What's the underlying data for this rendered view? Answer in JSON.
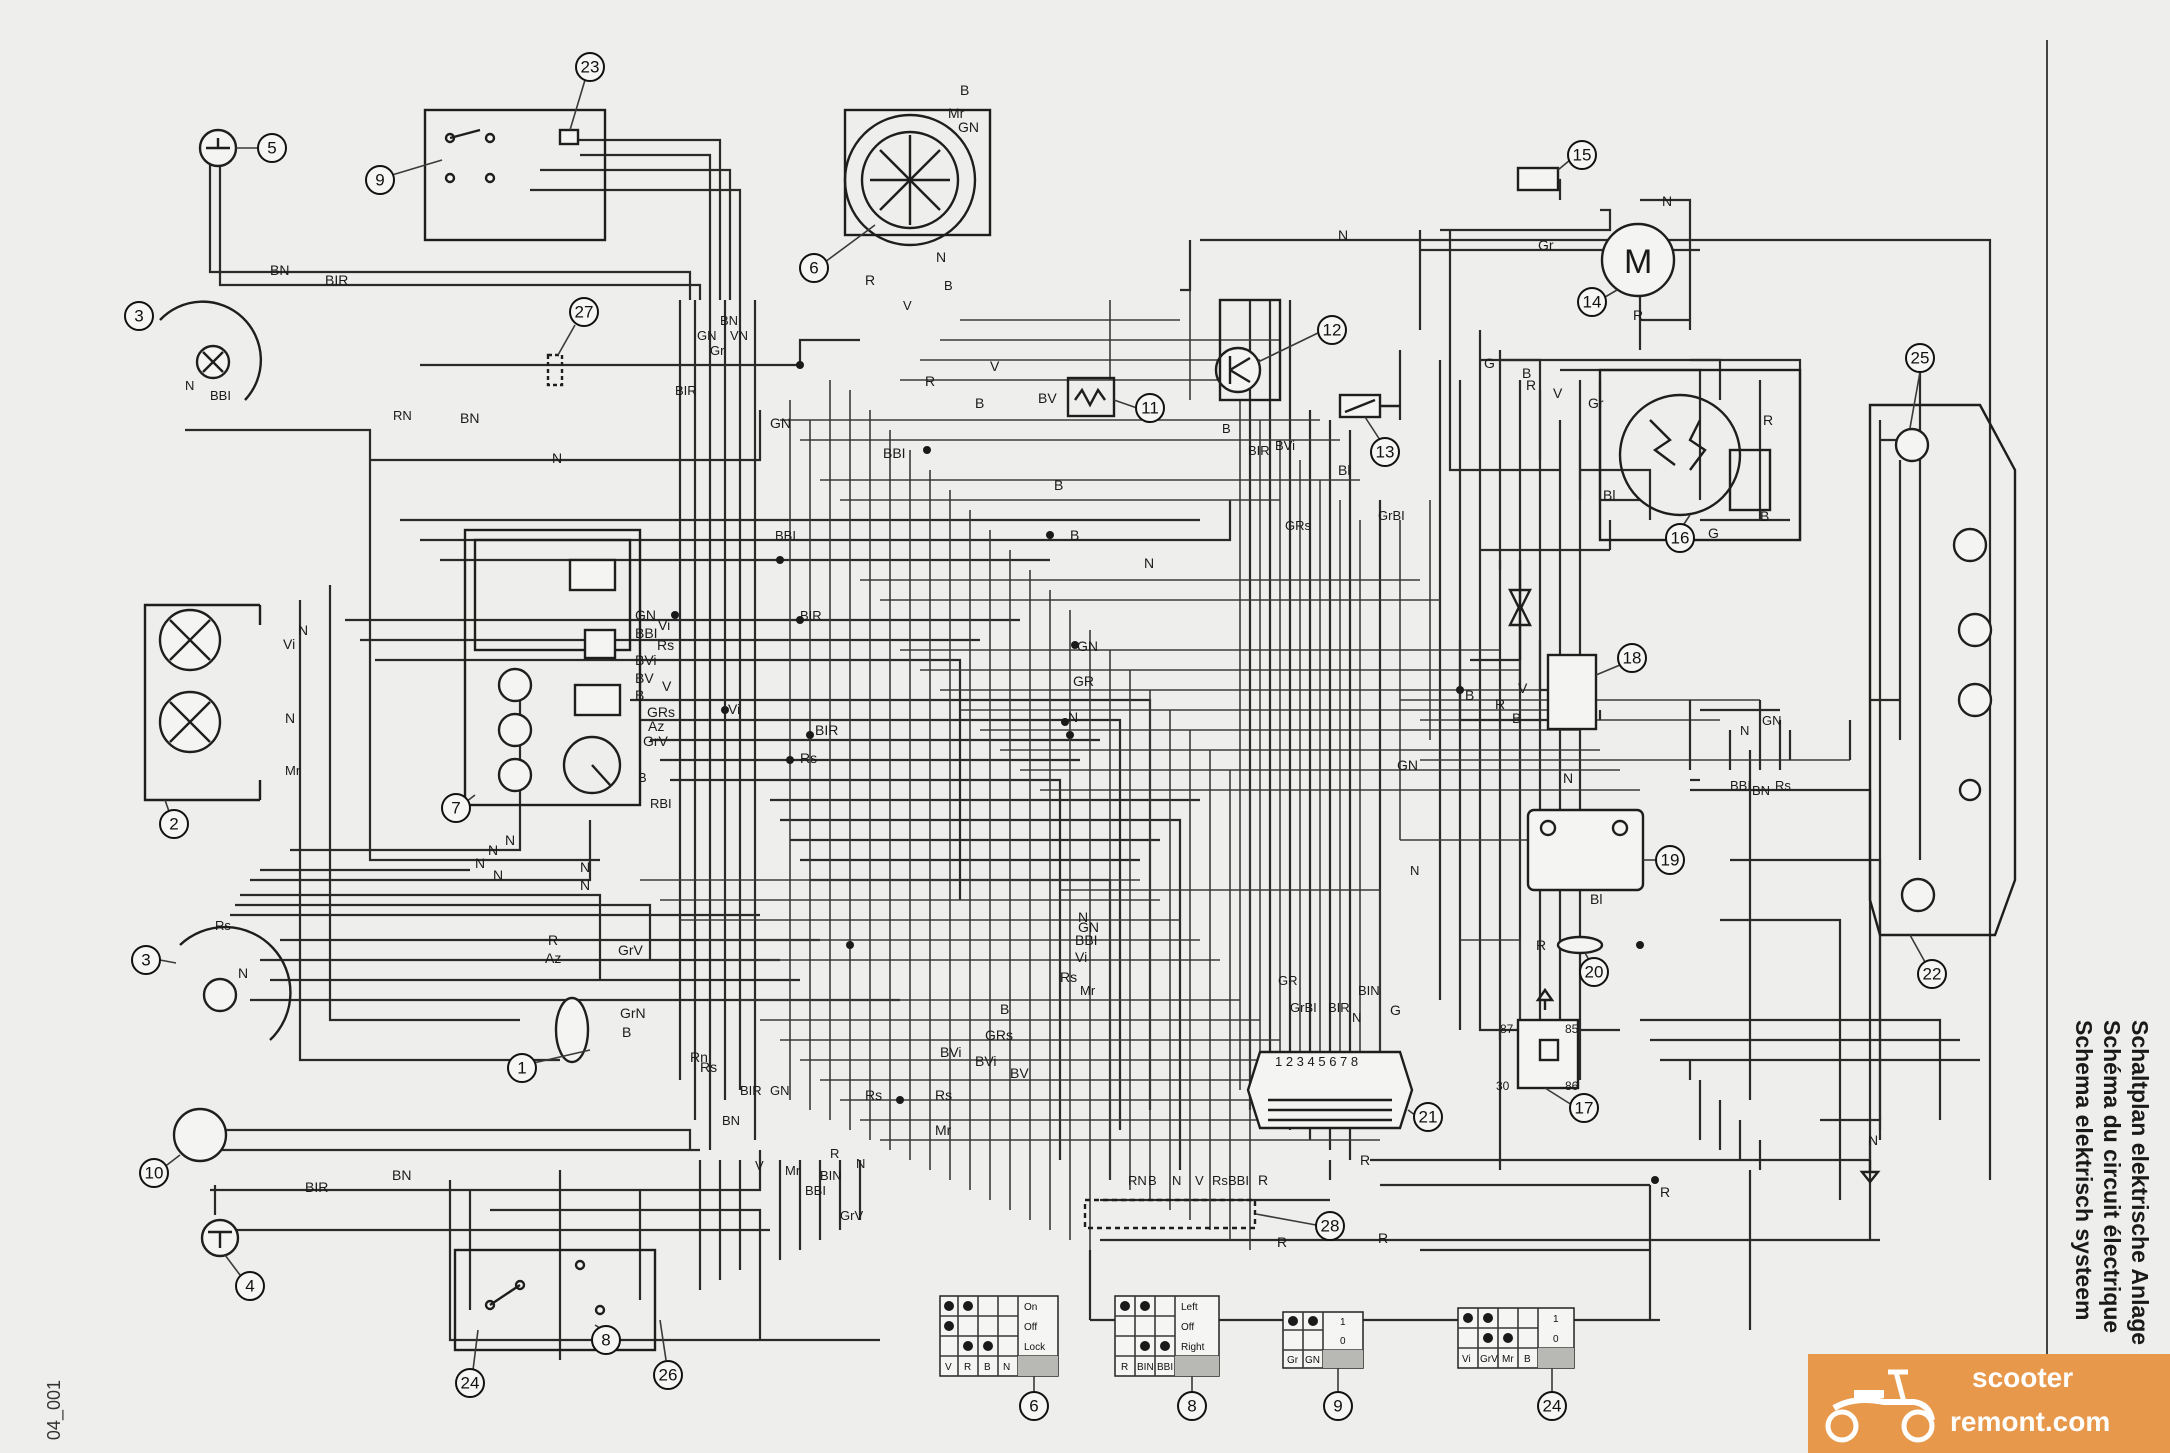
{
  "title": {
    "line1": "Schaltplan elektrische Anlage",
    "line2": "Schéma du circuit électrique",
    "line3": "Schema elektrisch systeem"
  },
  "page_number": "04_001",
  "watermark": {
    "line1": "scooter",
    "line2": "remont.com"
  },
  "callouts": {
    "c1": "1",
    "c2": "2",
    "c3a": "3",
    "c3b": "3",
    "c4": "4",
    "c5": "5",
    "c6": "6",
    "c7": "7",
    "c8": "8",
    "c9": "9",
    "c10": "10",
    "c11": "11",
    "c12": "12",
    "c13": "13",
    "c14": "14",
    "c15": "15",
    "c16": "16",
    "c17": "17",
    "c18": "18",
    "c19": "19",
    "c20": "20",
    "c21": "21",
    "c22": "22",
    "c23": "23",
    "c24": "24",
    "c25": "25",
    "c26": "26",
    "c27": "27",
    "c28": "28"
  },
  "wire_labels": {
    "BN_top": "BN",
    "BIR_top": "BIR",
    "BBI_3": "BBI",
    "N_3": "N",
    "RN_left": "RN",
    "BN_mid": "BN",
    "N_mid": "N",
    "GN_mid": "GN",
    "BBI_mid": "BBI",
    "N_l1": "N",
    "Vi_l": "Vi",
    "N_l2": "N",
    "Mr_l": "Mr",
    "GN_v": "GN",
    "Gr_v": "Gr",
    "BIR_v": "BIR",
    "VN_v": "VN",
    "BN_v": "BN",
    "V_6": "V",
    "B_6": "B",
    "R_6": "R",
    "N_6": "N",
    "Mr_6": "Mr",
    "GN_6": "GN",
    "B_6t": "B",
    "V_mid": "V",
    "BV_11": "BV",
    "B_11": "B",
    "R_mid": "R",
    "N_top": "N",
    "Gr_top": "Gr",
    "N_14": "N",
    "R_14": "R",
    "B_12": "B",
    "BIR_12": "BIR",
    "BVi_12": "BVi",
    "G_16": "G",
    "B_16a": "B",
    "R_16": "R",
    "V_16": "V",
    "Gr_16": "Gr",
    "Bl_16": "Bl",
    "G_16b": "G",
    "B_16b": "B",
    "R_16b": "R",
    "Bl_13": "Bl",
    "GrBI_13": "GrBI",
    "GRs_13": "GRs",
    "B_cen1": "B",
    "B_cen2": "B",
    "N_cen": "N",
    "GN_cen": "GN",
    "GR_cen": "GR",
    "N_cen2": "N",
    "BBI_v": "BBI",
    "BIR_v2": "BIR",
    "GN_7": "GN",
    "Vi_7": "Vi",
    "BBI_7": "BBI",
    "Rs_7": "Rs",
    "BVi_7": "BVi",
    "BV_7": "BV",
    "V_7": "V",
    "B_7": "B",
    "GRs_7": "GRs",
    "Az_7": "Az",
    "GrV_7": "GrV",
    "B_7b": "B",
    "RBI_7": "RBI",
    "BIR_7": "BIR",
    "Rs_7b": "Rs",
    "Vi_7b": "Vi",
    "N_sw1": "N",
    "N_sw2": "N",
    "N_sw3": "N",
    "N_sw4": "N",
    "N_sw5": "N",
    "N_sw6": "N",
    "Rs_3b": "Rs",
    "N_3b": "N",
    "R_3b": "R",
    "Az_3b": "Az",
    "GrV_3b": "GrV",
    "GrN_1": "GrN",
    "B_1": "B",
    "Rn_1": "Rn",
    "N_conn": "N",
    "GN_conn": "GN",
    "BBI_conn": "BBI",
    "Vi_conn": "Vi",
    "Rs_conn": "Rs",
    "Mr_conn": "Mr",
    "B_conn2": "B",
    "GRs_conn": "GRs",
    "BVi_conn": "BVi",
    "BVi_conn2": "BVi",
    "BV_conn": "BV",
    "Rs_l": "Rs",
    "Rs_l2": "Rs",
    "Mr_l2": "Mr",
    "N_right": "N",
    "GN_right": "GN",
    "V_18": "V",
    "R_18": "R",
    "B_18": "B",
    "B_18b": "B",
    "N_19": "N",
    "Bl_19": "Bl",
    "R_20": "R",
    "N_22": "N",
    "GN_22": "GN",
    "BBI_22": "BBI",
    "BN_22": "BN",
    "Rs_22": "Rs",
    "N_22b": "N",
    "G_21": "G",
    "GR_21": "GR",
    "GrBI_21": "GrBI",
    "BIR_21": "BIR",
    "BIN_21": "BIN",
    "N_21": "N",
    "pins_21": "1 2 3 4 5 6 7 8",
    "R_28a": "R",
    "R_28b": "R",
    "R_28c": "R",
    "R_28d": "R",
    "RN_28": "RN",
    "B_28": "B",
    "N_28": "N",
    "V_28": "V",
    "Rs_28": "Rs",
    "BBI_28": "BBI",
    "R_right": "R",
    "BN_bot": "BN",
    "BIR_bot": "BIR",
    "V_bot": "V",
    "Mr_bot": "Mr",
    "BBI_bot": "BBI",
    "BIN_bot": "BIN",
    "R_bot": "R",
    "GrV_bot": "GrV",
    "N_bot": "N",
    "GN_bot": "GN",
    "BN_bot2": "BN",
    "BIR_bot2": "BIR",
    "Rs_bot": "Rs",
    "r87": "87",
    "r85": "85",
    "r30": "30",
    "r86": "86"
  },
  "legend_tables": [
    {
      "callout": "6",
      "rows": [
        "On",
        "Off",
        "Lock"
      ],
      "columns": [
        "V",
        "R",
        "B",
        "N"
      ]
    },
    {
      "callout": "8",
      "rows": [
        "Left",
        "Off",
        "Right"
      ],
      "columns": [
        "R",
        "BIN",
        "BBI"
      ]
    },
    {
      "callout": "9",
      "rows": [
        "1",
        "0"
      ],
      "columns": [
        "Gr",
        "GN"
      ]
    },
    {
      "callout": "24",
      "rows": [
        "1",
        "0"
      ],
      "columns": [
        "Vi",
        "GrV",
        "Mr",
        "B"
      ]
    }
  ],
  "colors": {
    "background": "#eeeeec",
    "ink": "#1e1e1e",
    "watermark": "#e8984a"
  }
}
